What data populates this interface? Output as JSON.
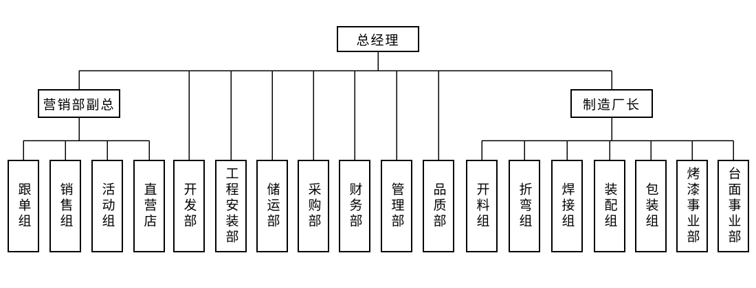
{
  "org": {
    "root": "总经理",
    "marketing_vp": "营销部副总",
    "factory_director": "制造厂长",
    "marketing_teams": [
      "跟单组",
      "销售组",
      "活动组",
      "直营店"
    ],
    "departments": [
      "开发部",
      "工程安装部",
      "储运部",
      "采购部",
      "财务部",
      "管理部",
      "品质部"
    ],
    "factory_teams": [
      "开料组",
      "折弯组",
      "焊接组",
      "装配组",
      "包装组",
      "烤漆事业部",
      "台面事业部"
    ],
    "line_color": "#000000"
  }
}
